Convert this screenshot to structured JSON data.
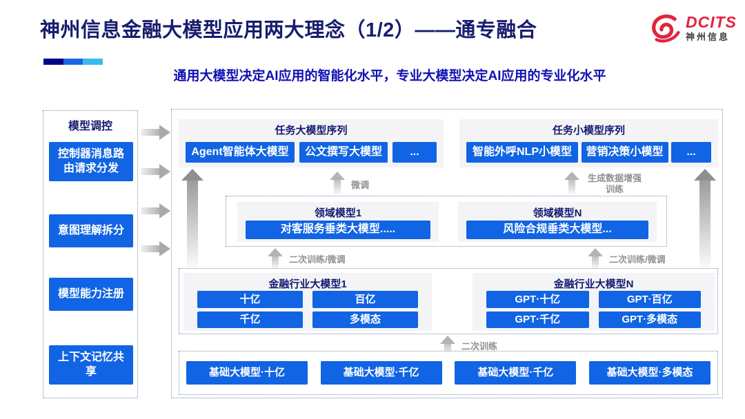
{
  "header": {
    "title": "神州信息金融大模型应用两大理念（1/2）——通专融合",
    "subtitle": "通用大模型决定AI应用的智能化水平，专业大模型决定AI应用的专业化水平",
    "logo": {
      "brand": "DCITS",
      "brand_cn": "神州信息"
    }
  },
  "colors": {
    "title_navy": "#171c6e",
    "subtitle_blue": "#1010b4",
    "node_blue": "#1164e3",
    "logo_red": "#e2243c",
    "label_gray": "#909090",
    "accent_bar": [
      "#020289",
      "#1966e6",
      "#3bb9ea"
    ]
  },
  "sidebar": {
    "title": "模型调控",
    "items": [
      {
        "label": "控制器消息路由请求分发"
      },
      {
        "label": "意图理解拆分"
      },
      {
        "label": "模型能力注册"
      },
      {
        "label": "上下文记忆共享"
      }
    ]
  },
  "diagram": {
    "task_large": {
      "title": "任务大模型序列",
      "items": [
        "Agent智能体大模型",
        "公文撰写大模型",
        "..."
      ]
    },
    "task_small": {
      "title": "任务小模型序列",
      "items": [
        "智能外呼NLP小模型",
        "营销决策小模型",
        "..."
      ]
    },
    "domain": {
      "left": {
        "title": "领域模型1",
        "item": "对客服务垂类大模型....."
      },
      "right": {
        "title": "领域模型N",
        "item": "风险合规垂类大模型..."
      }
    },
    "industry": {
      "left": {
        "title": "金融行业大模型1",
        "items": [
          "十亿",
          "百亿",
          "千亿",
          "多模态"
        ]
      },
      "right": {
        "title": "金融行业大模型N",
        "items": [
          "GPT·十亿",
          "GPT·百亿",
          "GPT·千亿",
          "GPT·多模态"
        ]
      }
    },
    "base_models": [
      "基础大模型·十亿",
      "基础大模型·千亿",
      "基础大模型·千亿",
      "基础大模型·多模态"
    ],
    "labels": {
      "finetune": "微调",
      "gen_data_train": "生成数据增强训练",
      "secondary_finetune": "二次训练/微调",
      "secondary_train": "二次训练"
    }
  }
}
